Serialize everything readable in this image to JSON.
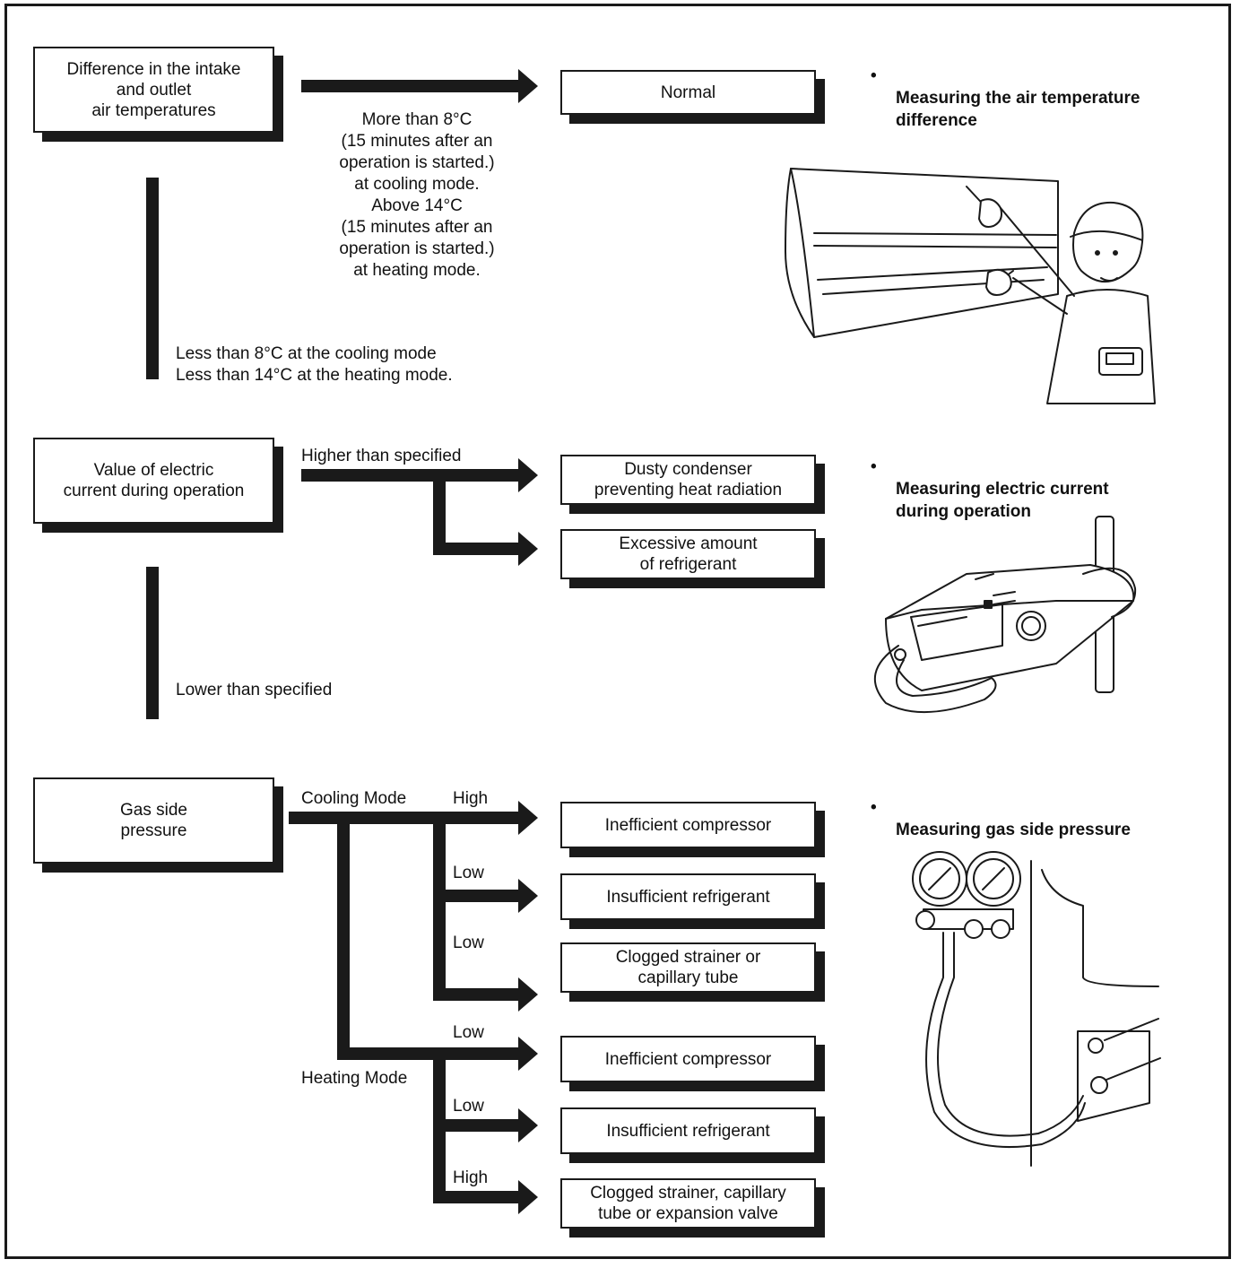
{
  "sections": {
    "temp": {
      "start_box": "Difference in the intake\nand outlet\nair temperatures",
      "condition_ok": "More than 8°C\n(15 minutes after an\noperation is started.)\nat cooling mode.\nAbove 14°C\n(15 minutes after an\noperation is started.)\nat heating mode.",
      "result_ok": "Normal",
      "condition_low": "Less than 8°C at the cooling mode\nLess than 14°C at the heating mode.",
      "note": "Measuring the air temperature\ndifference"
    },
    "current": {
      "start_box": "Value of electric\ncurrent during operation",
      "condition_high": "Higher than specified",
      "result_1": "Dusty condenser\npreventing heat radiation",
      "result_2": "Excessive amount\nof refrigerant",
      "condition_low": "Lower than specified",
      "note": "Measuring electric current\nduring operation"
    },
    "pressure": {
      "start_box": "Gas side\npressure",
      "cooling_label": "Cooling Mode",
      "heating_label": "Heating Mode",
      "branches": [
        {
          "level": "High",
          "result": "Inefficient compressor"
        },
        {
          "level": "Low",
          "result": "Insufficient refrigerant"
        },
        {
          "level": "Low",
          "result": "Clogged strainer or\ncapillary tube"
        },
        {
          "level": "Low",
          "result": "Inefficient compressor"
        },
        {
          "level": "Low",
          "result": "Insufficient refrigerant"
        },
        {
          "level": "High",
          "result": "Clogged strainer, capillary\ntube or expansion valve"
        }
      ],
      "note": "Measuring gas side pressure"
    }
  },
  "bullet": "•",
  "illustrations": [
    "technician-measuring-air-conditioner",
    "clamp-meter",
    "manifold-gauge-set"
  ],
  "colors": {
    "line": "#1a1a1a",
    "background": "#ffffff"
  }
}
